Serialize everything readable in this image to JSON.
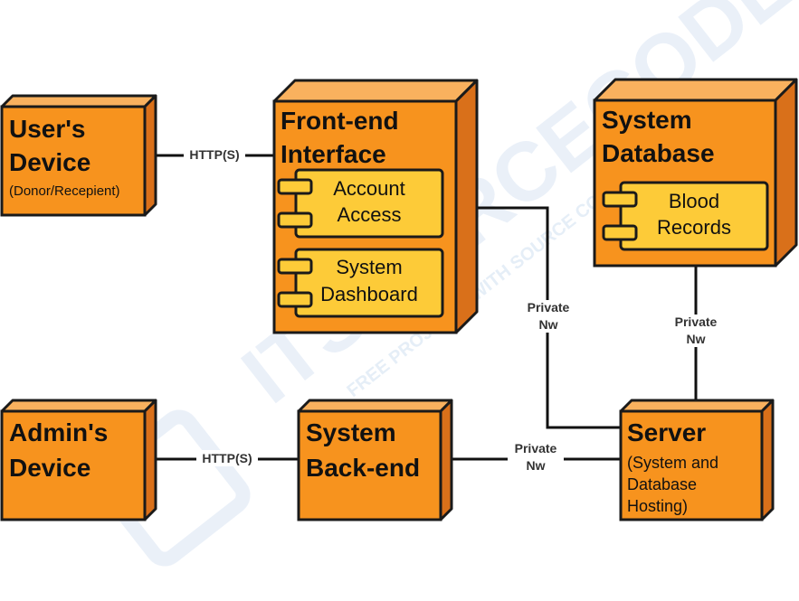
{
  "colors": {
    "node_front": "#F7931E",
    "node_top": "#F9B15E",
    "node_side": "#D9701A",
    "node_stroke": "#1a1a1a",
    "component_fill": "#FDCB38",
    "edge": "#111111",
    "watermark": "#E6EEF8"
  },
  "watermark": {
    "text_main": "ITSOURCECODE",
    "text_tagline": "FREE PROJECTS WITH SOURCE CODE"
  },
  "nodes": {
    "users_device": {
      "title_1": "User's",
      "title_2": "Device",
      "subtitle": "(Donor/Recepient)"
    },
    "front_end": {
      "title_1": "Front-end",
      "title_2": "Interface",
      "components": [
        {
          "line_1": "Account",
          "line_2": "Access"
        },
        {
          "line_1": "System",
          "line_2": "Dashboard"
        }
      ]
    },
    "system_database": {
      "title_1": "System",
      "title_2": "Database",
      "components": [
        {
          "line_1": "Blood",
          "line_2": "Records"
        }
      ]
    },
    "admins_device": {
      "title_1": "Admin's",
      "title_2": "Device"
    },
    "system_backend": {
      "title_1": "System",
      "title_2": "Back-end"
    },
    "server": {
      "title": "Server",
      "sub_1": "(System and",
      "sub_2": "Database",
      "sub_3": "Hosting)"
    }
  },
  "edges": {
    "user_front": {
      "label": "HTTP(S)"
    },
    "front_server": {
      "label_1": "Private",
      "label_2": "Nw"
    },
    "db_server": {
      "label_1": "Private",
      "label_2": "Nw"
    },
    "admin_backend": {
      "label": "HTTP(S)"
    },
    "backend_server": {
      "label_1": "Private",
      "label_2": "Nw"
    }
  }
}
